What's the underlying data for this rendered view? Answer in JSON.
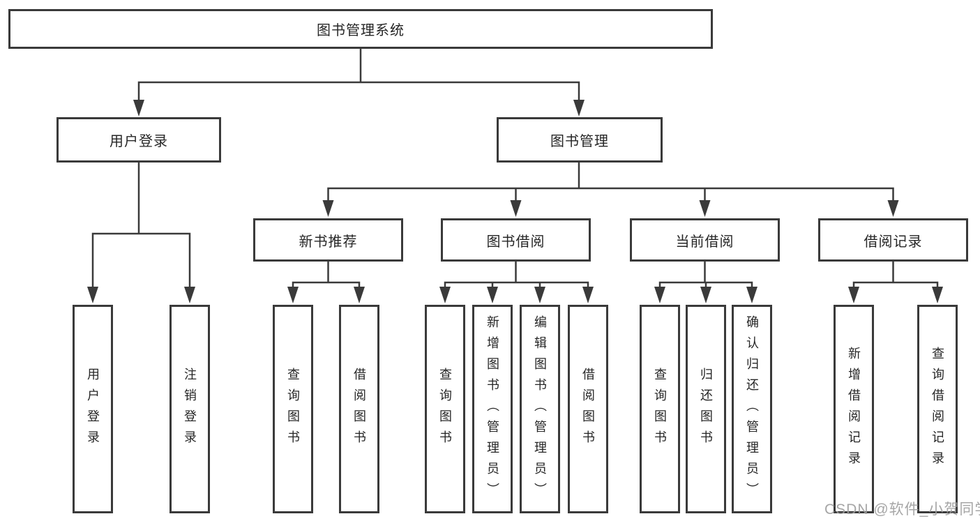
{
  "tree": {
    "root": "图书管理系统",
    "branches": [
      {
        "label": "用户登录",
        "children": [
          "用户登录",
          "注销登录"
        ]
      },
      {
        "label": "图书管理",
        "sections": [
          {
            "label": "新书推荐",
            "children": [
              "查询图书",
              "借阅图书"
            ]
          },
          {
            "label": "图书借阅",
            "children": [
              "查询图书",
              "新增图书（管理员）",
              "编辑图书（管理员）",
              "借阅图书"
            ]
          },
          {
            "label": "当前借阅",
            "children": [
              "查询图书",
              "归还图书",
              "确认归还（管理员）"
            ]
          },
          {
            "label": "借阅记录",
            "children": [
              "新增借阅记录",
              "查询借阅记录"
            ]
          }
        ]
      }
    ]
  },
  "watermark": "CSDN @软件_小贺同学",
  "colors": {
    "line": "#3a3a3a",
    "text": "#262626",
    "background": "#ffffff",
    "watermark": "#9e9e9e"
  }
}
